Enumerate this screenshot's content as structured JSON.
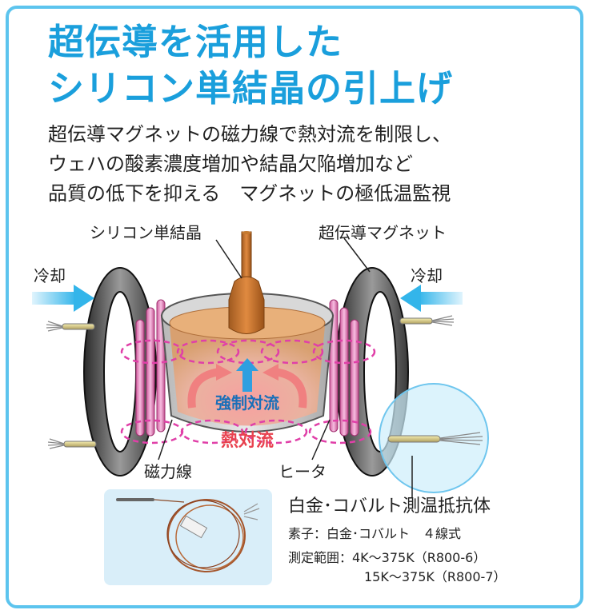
{
  "title": {
    "line1": "超伝導を活用した",
    "line2": "シリコン単結晶の引上げ"
  },
  "description": {
    "line1": "超伝導マグネットの磁力線で熱対流を制限し、",
    "line2": "ウェハの酸素濃度増加や結晶欠陥増加など",
    "line3": "品質の低下を抑える　マグネットの極低温監視"
  },
  "diagram": {
    "silicon_crystal": "シリコン単結晶",
    "sc_magnet": "超伝導マグネット",
    "cooling_left": "冷却",
    "cooling_right": "冷却",
    "forced_convection": "強制対流",
    "thermal_convection": "熱対流",
    "magnetic_field_lines": "磁力線",
    "heater": "ヒータ"
  },
  "sensor": {
    "name": "白金･コバルト測温抵抗体",
    "element": "素子：白金･コバルト　４線式",
    "range_label": "測定範囲：4K～375K（R800-6）",
    "range_line2": "15K～375K（R800-7）"
  },
  "colors": {
    "accent": "#1a9fdc",
    "frame": "#5cc4ee",
    "heat": "#e8424f",
    "magnetic": "#e040a8"
  }
}
